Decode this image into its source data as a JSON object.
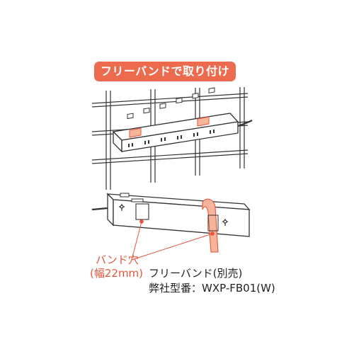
{
  "banner": {
    "text": "フリーバンドで取り付け"
  },
  "callouts": {
    "band_hole_title": "バンド穴",
    "band_hole_width": "(幅22mm)",
    "band_product_name": "フリーバンド(別売)",
    "band_product_model": "弊社型番：WXP-FB01(W)"
  },
  "colors": {
    "accent": "#ec6a4e",
    "band": "#f4b59a",
    "band_stroke": "#e8543a",
    "label_red": "#e8543a",
    "line": "#333333"
  }
}
